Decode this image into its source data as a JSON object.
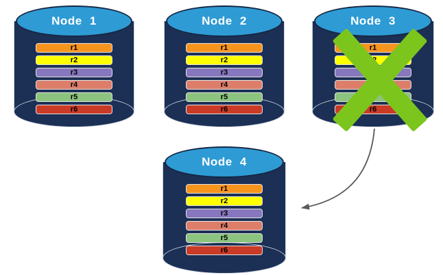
{
  "canvas": {
    "background": "#FFFFFF"
  },
  "palette": {
    "cylinder_body": "#1C2F54",
    "cylinder_top": "#2E9BD5",
    "row_border": "#E3E3E3",
    "row_text": "#000000"
  },
  "nodes": [
    {
      "title": "Node 1",
      "rows": [
        {
          "label": "r1",
          "color": "#F7941E"
        },
        {
          "label": "r2",
          "color": "#FFFF00"
        },
        {
          "label": "r3",
          "color": "#8677BE"
        },
        {
          "label": "r4",
          "color": "#DD7E6B"
        },
        {
          "label": "r5",
          "color": "#8CC37E"
        },
        {
          "label": "r6",
          "color": "#CA3B27"
        }
      ]
    },
    {
      "title": "Node 2",
      "rows": [
        {
          "label": "r1",
          "color": "#F7941E"
        },
        {
          "label": "r2",
          "color": "#FFFF00"
        },
        {
          "label": "r3",
          "color": "#8677BE"
        },
        {
          "label": "r4",
          "color": "#DD7E6B"
        },
        {
          "label": "r5",
          "color": "#8CC37E"
        },
        {
          "label": "r6",
          "color": "#CA3B27"
        }
      ]
    },
    {
      "title": "Node 3",
      "rows": [
        {
          "label": "r1",
          "color": "#F7941E"
        },
        {
          "label": "r2",
          "color": "#FFFF00"
        },
        {
          "label": "r3",
          "color": "#8677BE"
        },
        {
          "label": "r4",
          "color": "#DD7E6B"
        },
        {
          "label": "r5",
          "color": "#8CC37E"
        },
        {
          "label": "r6",
          "color": "#CA3B27"
        }
      ]
    },
    {
      "title": "Node 4",
      "rows": [
        {
          "label": "r1",
          "color": "#F7941E"
        },
        {
          "label": "r2",
          "color": "#FFFF00"
        },
        {
          "label": "r3",
          "color": "#8677BE"
        },
        {
          "label": "r4",
          "color": "#DD7E6B"
        },
        {
          "label": "r5",
          "color": "#8CC37E"
        },
        {
          "label": "r6",
          "color": "#CA3B27"
        }
      ]
    }
  ],
  "x_mark": {
    "icon": "x-icon",
    "on_node": "Node 3",
    "color": "#7CC51C"
  },
  "arrow": {
    "from": "Node 3",
    "to": "Node 4",
    "color": "#595959"
  }
}
